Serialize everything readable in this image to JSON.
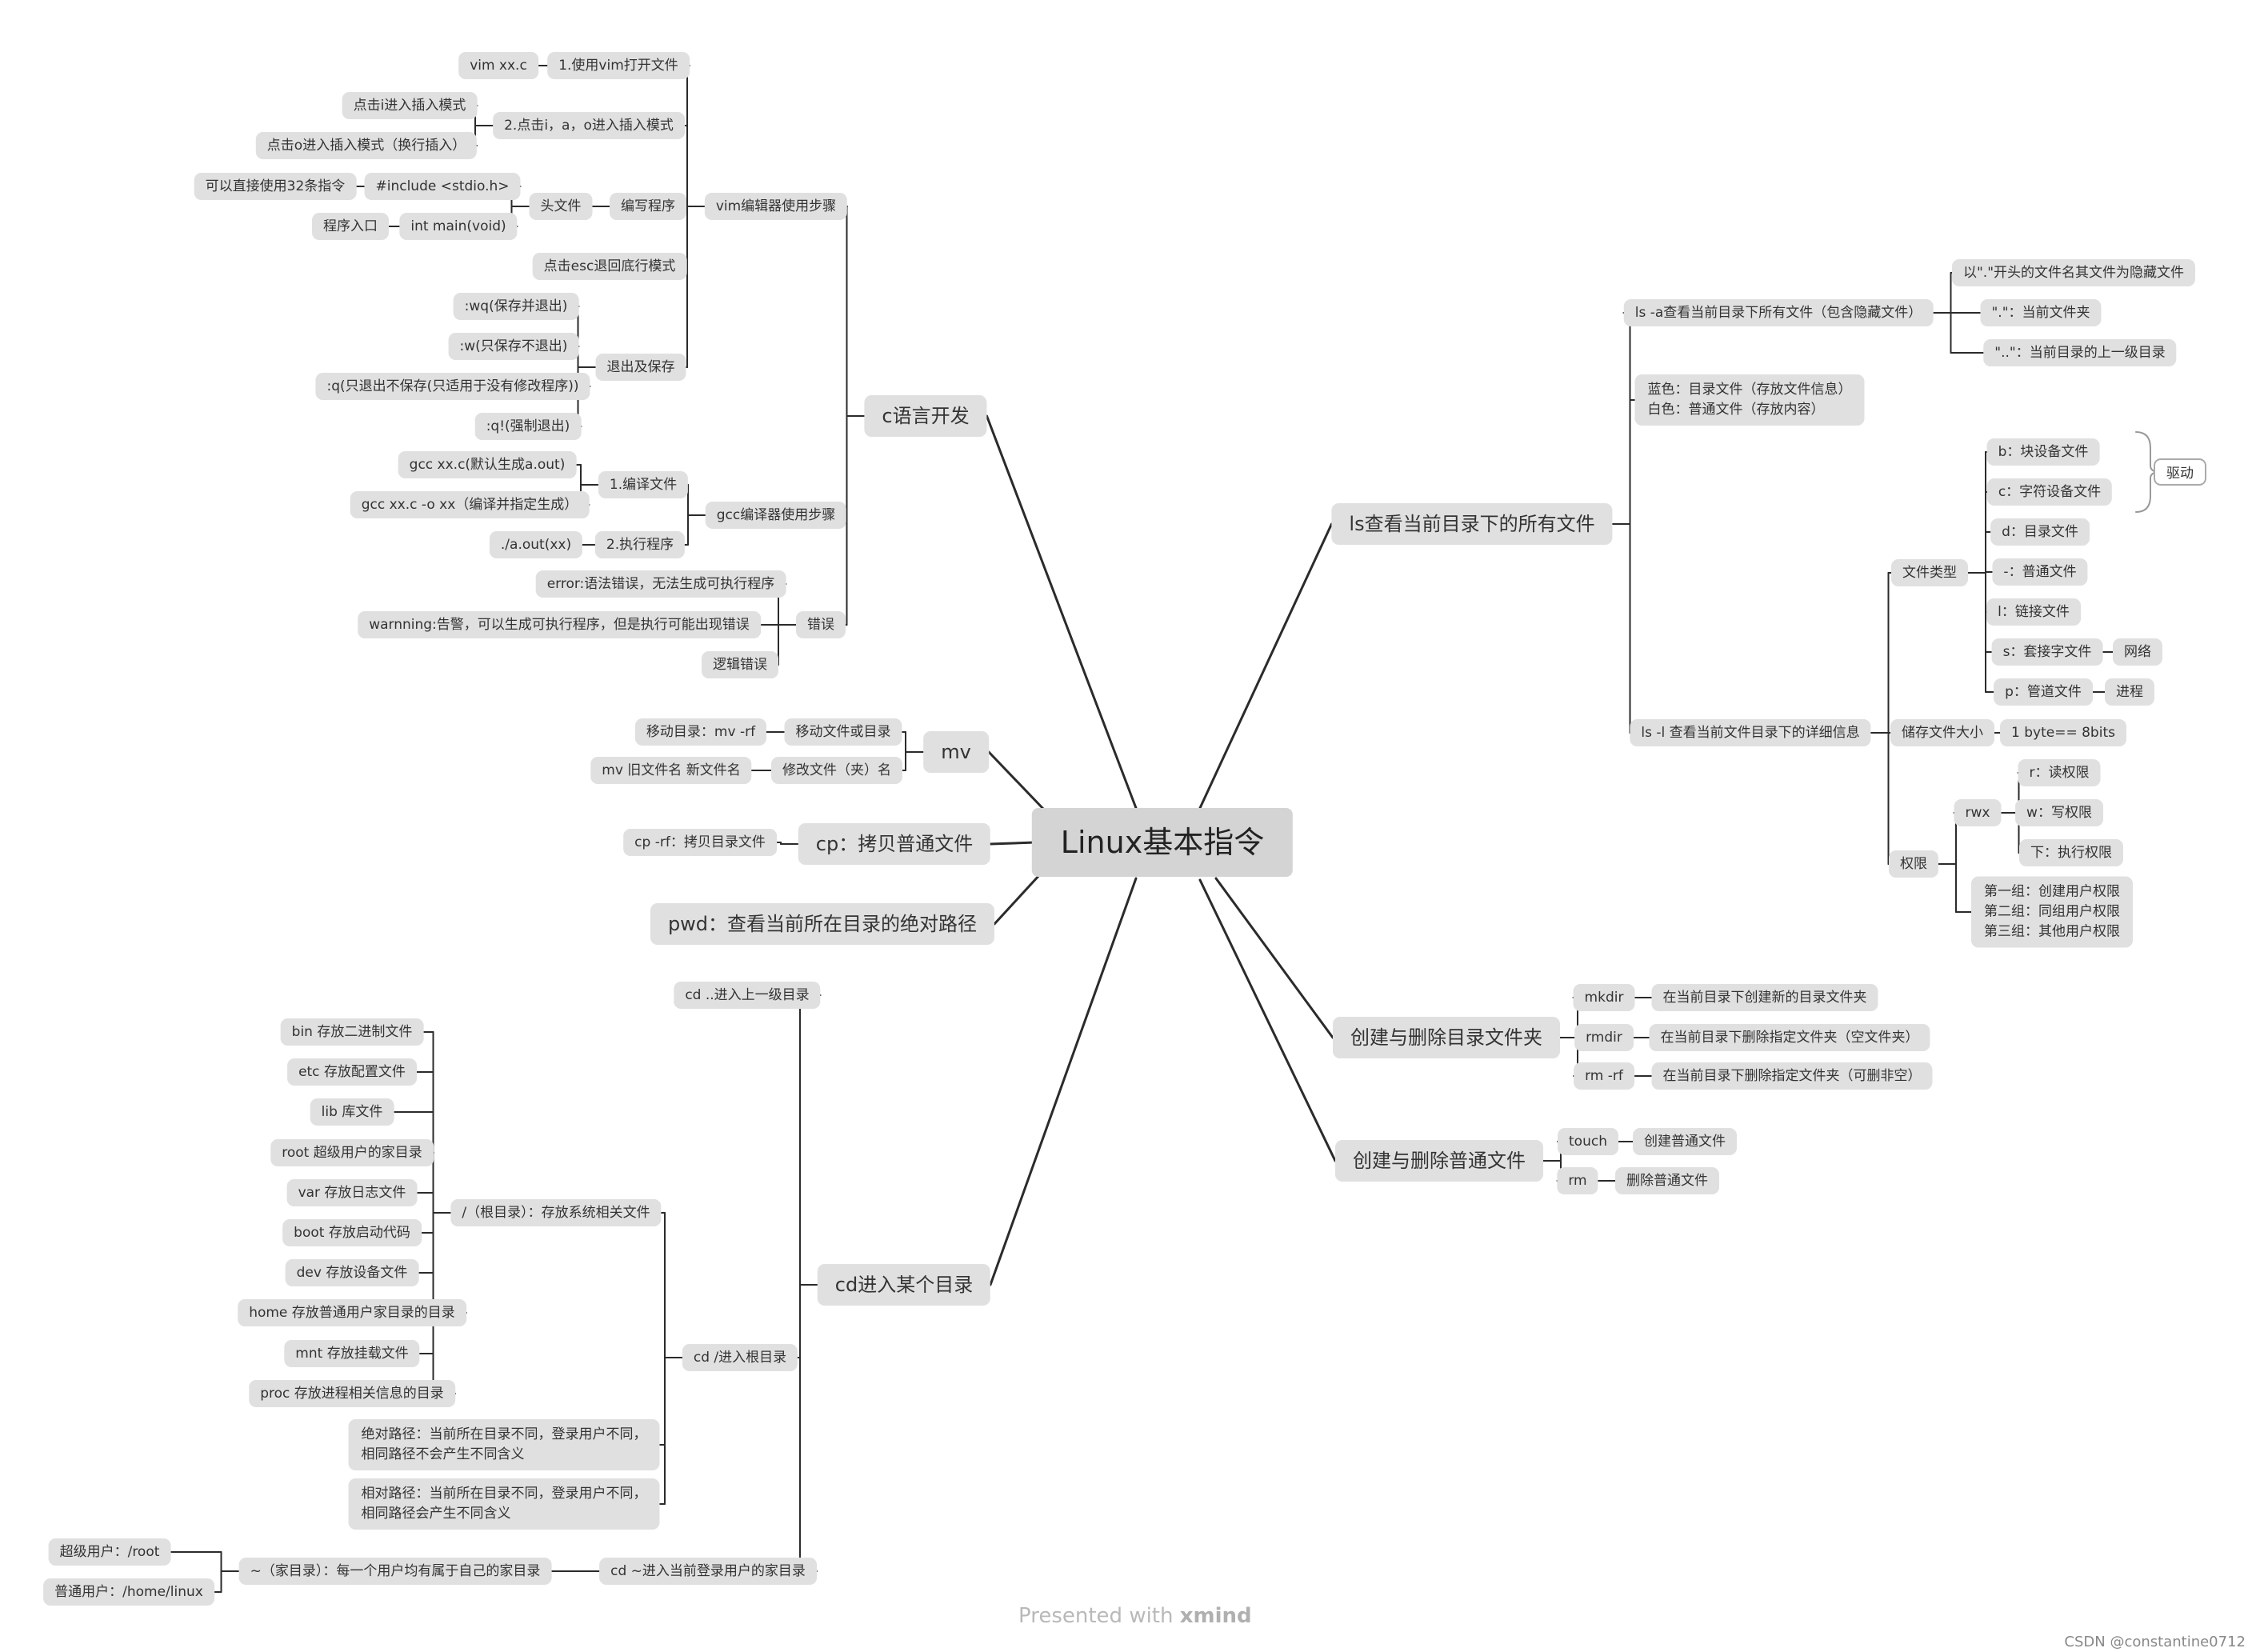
{
  "root": "Linux基本指令",
  "footer": {
    "presented": "Presented with",
    "brand": "xmind"
  },
  "credit": "CSDN @constantine0712",
  "branches": {
    "c": {
      "label": "c语言开发",
      "vim": {
        "label": "vim编辑器使用步骤",
        "open": {
          "label": "1.使用vim打开文件",
          "cmd": "vim xx.c"
        },
        "insert": {
          "label": "2.点击i，a，o进入插入模式",
          "i": "点击i进入插入模式",
          "o": "点击o进入插入模式（换行插入）"
        },
        "write": {
          "label": "编写程序",
          "header": "头文件",
          "include": "#include <stdio.h>",
          "include_note": "可以直接使用32条指令",
          "main": "int main(void)",
          "main_note": "程序入口"
        },
        "esc": "点击esc退回底行模式",
        "quit": {
          "label": "退出及保存",
          "wq": ":wq(保存并退出)",
          "w": ":w(只保存不退出)",
          "q": ":q(只退出不保存(只适用于没有修改程序))",
          "qf": ":q!(强制退出)"
        }
      },
      "gcc": {
        "label": "gcc编译器使用步骤",
        "compile": {
          "label": "1.编译文件",
          "a": "gcc xx.c(默认生成a.out)",
          "b": "gcc xx.c -o xx（编译并指定生成）"
        },
        "run": {
          "label": "2.执行程序",
          "cmd": "./a.out(xx)"
        }
      },
      "errors": {
        "label": "错误",
        "error": "error:语法错误，无法生成可执行程序",
        "warning": "warnning:告警，可以生成可执行程序，但是执行可能出现错误",
        "logic": "逻辑错误"
      }
    },
    "mv": {
      "label": "mv",
      "move": {
        "label": "移动文件或目录",
        "cmd": "移动目录：mv -rf"
      },
      "rename": {
        "label": "修改文件（夹）名",
        "cmd": "mv 旧文件名 新文件名"
      }
    },
    "cp": {
      "label": "cp：拷贝普通文件",
      "cmd": "cp -rf：拷贝目录文件"
    },
    "pwd": {
      "label": "pwd：查看当前所在目录的绝对路径"
    },
    "cd": {
      "label": "cd进入某个目录",
      "up": "cd ..进入上一级目录",
      "root": {
        "label": "cd /进入根目录",
        "slash": "/（根目录）：存放系统相关文件",
        "dirs": [
          "bin 存放二进制文件",
          "etc 存放配置文件",
          "lib 库文件",
          "root 超级用户的家目录",
          "var 存放日志文件",
          "boot 存放启动代码",
          "dev 存放设备文件",
          "home 存放普通用户家目录的目录",
          "mnt 存放挂载文件",
          "proc 存放进程相关信息的目录"
        ],
        "abs": "绝对路径：当前所在目录不同，登录用户不同，\n相同路径不会产生不同含义",
        "rel": "相对路径：当前所在目录不同，登录用户不同，\n相同路径会产生不同含义"
      },
      "home": {
        "label": "cd ~进入当前登录用户的家目录",
        "tilde": "~（家目录）：每一个用户均有属于自己的家目录",
        "super": "超级用户：/root",
        "normal": "普通用户：/home/linux"
      }
    },
    "ls": {
      "label": "ls查看当前目录下的所有文件",
      "a": {
        "label": "ls -a查看当前目录下所有文件（包含隐藏文件）",
        "hidden": "以\".\"开头的文件名其文件为隐藏文件",
        "dot": "\".\"：当前文件夹",
        "dotdot": "\"..\"：当前目录的上一级目录"
      },
      "colors": "蓝色：目录文件（存放文件信息）\n白色：普通文件（存放内容）",
      "l": {
        "label": "ls -l 查看当前文件目录下的详细信息",
        "types": {
          "label": "文件类型",
          "b": "b：块设备文件",
          "c": "c：字符设备文件",
          "d": "d：目录文件",
          "dash": "-：普通文件",
          "l": "l：链接文件",
          "s": "s：套接字文件",
          "p": "p：管道文件",
          "driver": "驱动",
          "network": "网络",
          "process": "进程"
        },
        "size": {
          "label": "储存文件大小",
          "val": "1 byte== 8bits"
        },
        "perm": {
          "label": "权限",
          "rwx": "rwx",
          "r": "r：读权限",
          "w": "w：写权限",
          "x": "下：执行权限",
          "groups": "第一组：创建用户权限\n第二组：同组用户权限\n第三组：其他用户权限"
        }
      }
    },
    "mkdir": {
      "label": "创建与删除目录文件夹",
      "mkdir": {
        "label": "mkdir",
        "desc": "在当前目录下创建新的目录文件夹"
      },
      "rmdir": {
        "label": "rmdir",
        "desc": "在当前目录下删除指定文件夹（空文件夹）"
      },
      "rmrf": {
        "label": "rm -rf",
        "desc": "在当前目录下删除指定文件夹（可删非空）"
      }
    },
    "touch": {
      "label": "创建与删除普通文件",
      "touch": {
        "label": "touch",
        "desc": "创建普通文件"
      },
      "rm": {
        "label": "rm",
        "desc": "删除普通文件"
      }
    }
  }
}
